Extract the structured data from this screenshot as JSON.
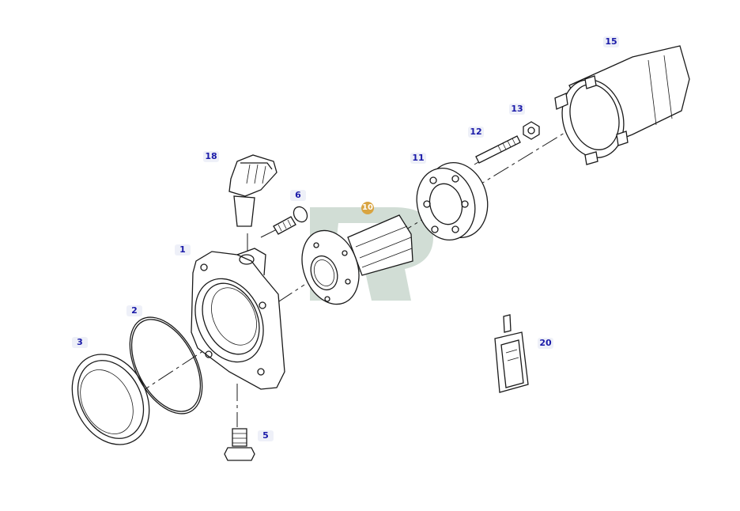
{
  "callouts": [
    {
      "id": "1",
      "label": "1",
      "active": false
    },
    {
      "id": "2",
      "label": "2",
      "active": false
    },
    {
      "id": "3",
      "label": "3",
      "active": false
    },
    {
      "id": "5",
      "label": "5",
      "active": false
    },
    {
      "id": "6",
      "label": "6",
      "active": false
    },
    {
      "id": "10",
      "label": "10",
      "active": true
    },
    {
      "id": "11",
      "label": "11",
      "active": false
    },
    {
      "id": "12",
      "label": "12",
      "active": false
    },
    {
      "id": "13",
      "label": "13",
      "active": false
    },
    {
      "id": "15",
      "label": "15",
      "active": false
    },
    {
      "id": "18",
      "label": "18",
      "active": false
    },
    {
      "id": "20",
      "label": "20",
      "active": false
    }
  ],
  "watermark": {
    "letter": "R",
    "color": "#c9d8ce"
  },
  "colors": {
    "callout_text": "#1a1aa8",
    "callout_bg": "#eef0f8",
    "active_bg": "#d9a441",
    "line": "#1a1a1a"
  }
}
